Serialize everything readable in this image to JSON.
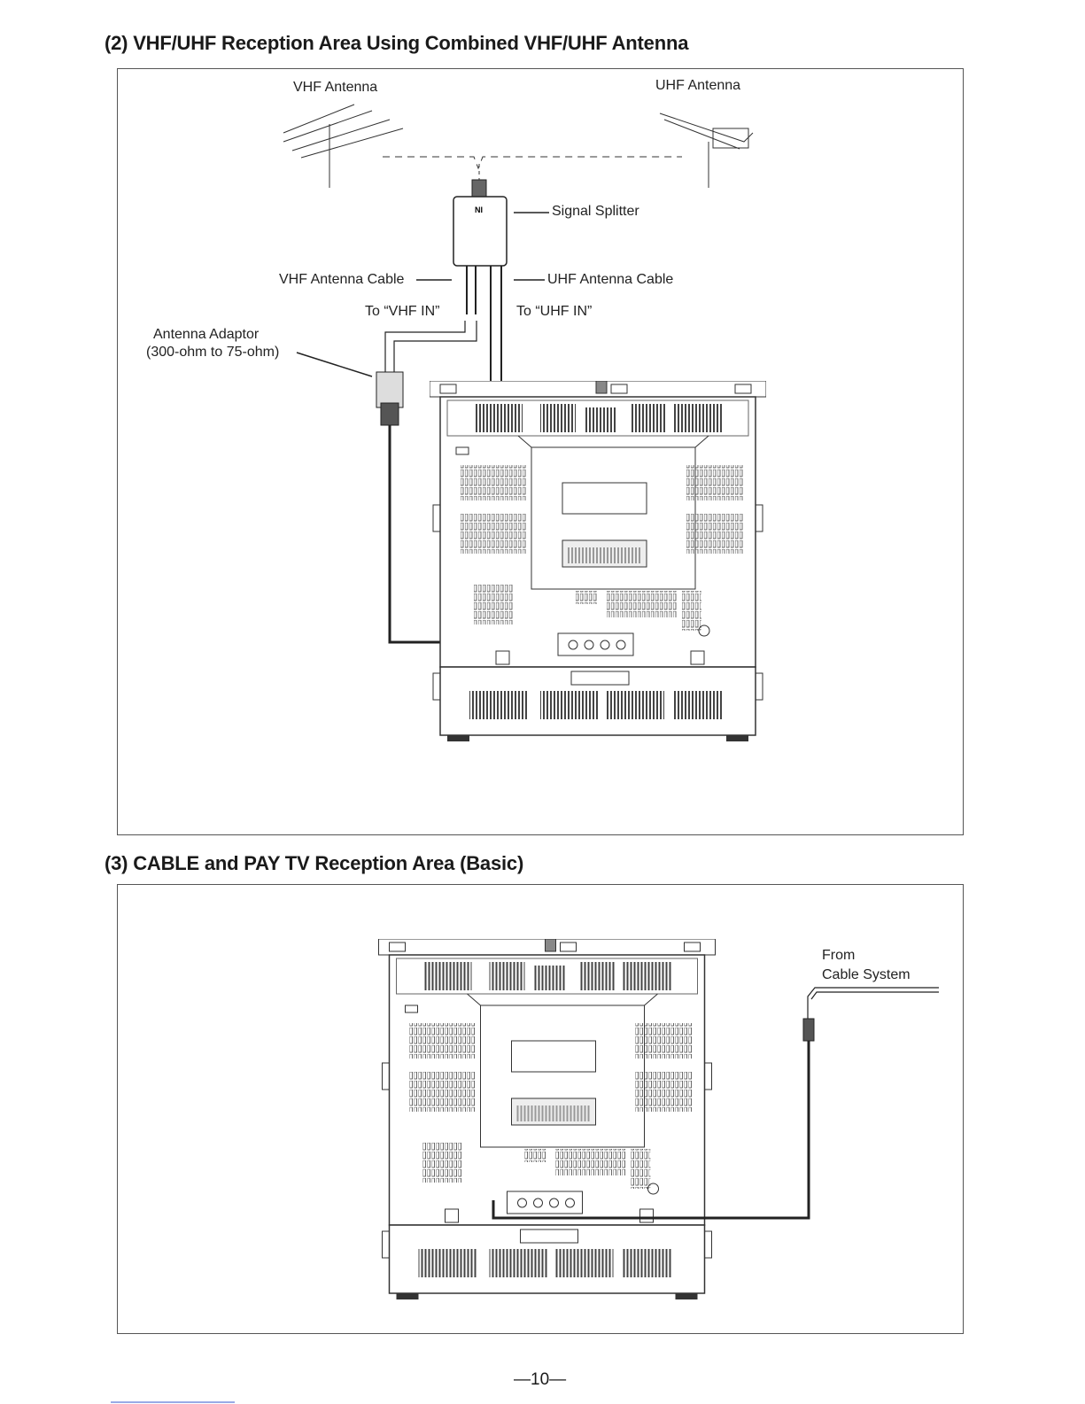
{
  "section2": {
    "title": "(2) VHF/UHF Reception Area Using Combined VHF/UHF Antenna",
    "labels": {
      "vhf_antenna": "VHF Antenna",
      "uhf_antenna": "UHF Antenna",
      "signal_splitter": "Signal Splitter",
      "vhf_cable": "VHF Antenna Cable",
      "uhf_cable": "UHF Antenna Cable",
      "to_vhf_in": "To “VHF IN”",
      "to_uhf_in": "To “UHF IN”",
      "adaptor_line1": "Antenna Adaptor",
      "adaptor_line2": "(300-ohm to 75-ohm)"
    }
  },
  "section3": {
    "title": "(3) CABLE and PAY TV Reception Area (Basic)",
    "labels": {
      "from_line1": "From",
      "from_line2": "Cable System"
    }
  },
  "page_number": "—10—"
}
